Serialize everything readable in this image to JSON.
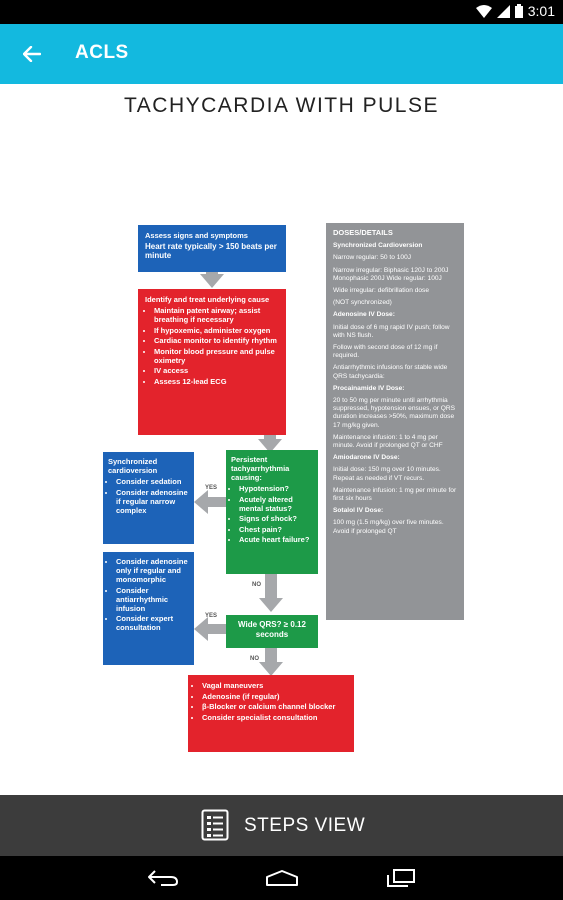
{
  "status_bar": {
    "time": "3:01"
  },
  "app_bar": {
    "title": "ACLS"
  },
  "page": {
    "title": "TACHYCARDIA WITH PULSE"
  },
  "flow": {
    "assess": {
      "title": "Assess signs and symptoms",
      "detail": "Heart rate typically > 150 beats per minute"
    },
    "identify": {
      "title": "Identify and treat underlying cause",
      "items": [
        "Maintain patent airway; assist breathing if necessary",
        "If hypoxemic, administer oxygen",
        "Cardiac monitor to identify rhythm",
        "Monitor blood pressure and pulse oximetry",
        "IV access",
        "Assess 12-lead ECG"
      ]
    },
    "persistent": {
      "title": "Persistent tachyarrhythmia causing:",
      "items": [
        "Hypotension?",
        "Acutely altered mental status?",
        "Signs of shock?",
        "Chest pain?",
        "Acute heart failure?"
      ]
    },
    "sync": {
      "title": "Synchronized cardioversion",
      "items": [
        "Consider sedation",
        "Consider adenosine if regular narrow complex"
      ]
    },
    "adenosine": {
      "items": [
        "Consider adenosine only if regular and monomorphic",
        "Consider antiarrhythmic infusion",
        "Consider expert consultation"
      ]
    },
    "wide": {
      "text": "Wide QRS? ≥ 0.12 seconds"
    },
    "vagal": {
      "items": [
        "Vagal maneuvers",
        "Adenosine (if regular)",
        "β-Blocker or calcium channel blocker",
        "Consider specialist consultation"
      ]
    },
    "labels": {
      "yes1": "YES",
      "no1": "NO",
      "yes2": "YES",
      "no2": "NO"
    }
  },
  "doses": {
    "title": "DOSES/DETAILS",
    "sync_header": "Synchronized Cardioversion",
    "sync_lines": [
      "Narrow regular: 50 to 100J",
      "Narrow irregular: Biphasic 120J to 200J Monophasic 200J Wide regular: 100J",
      "Wide irregular: defibrillation dose",
      "(NOT synchronized)"
    ],
    "adenosine_header": "Adenosine IV Dose:",
    "adenosine_lines": [
      "Initial dose of 6 mg rapid IV push; follow with NS flush.",
      "Follow with second dose of 12 mg if required.",
      "Antiarrhythmic infusions for stable wide QRS tachycardia:"
    ],
    "procainamide_header": "Procainamide IV Dose:",
    "procainamide_lines": [
      "20 to 50 mg per minute until arrhythmia suppressed, hypotension ensues, or QRS duration increases >50%, maximum dose 17 mg/kg given.",
      "Maintenance infusion: 1 to 4 mg per minute. Avoid if prolonged QT or CHF"
    ],
    "amiodarone_header": "Amiodarone IV Dose:",
    "amiodarone_lines": [
      "Initial dose: 150 mg over 10 minutes. Repeat as needed if VT recurs.",
      "Maintenance infusion: 1 mg per minute for first six hours"
    ],
    "sotalol_header": "Sotalol IV Dose:",
    "sotalol_lines": [
      "100 mg (1.5 mg/kg) over five minutes. Avoid if prolonged QT"
    ]
  },
  "steps_bar": {
    "label": "STEPS VIEW"
  },
  "icons": {
    "back": "arrow-left-icon",
    "steps": "list-icon"
  }
}
